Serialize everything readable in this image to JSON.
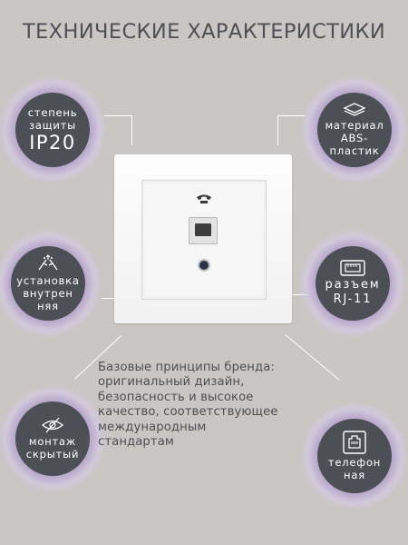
{
  "header": {
    "title": "ТЕХНИЧЕСКИЕ ХАРАКТЕРИСТИКИ"
  },
  "badges": {
    "protection": {
      "line1": "степень",
      "line2": "защиты",
      "value": "IP20"
    },
    "material": {
      "line1": "материал",
      "line2": "ABS-",
      "line3": "пластик",
      "icon": "layers-icon"
    },
    "installation": {
      "line1": "установка",
      "line2": "внутрен",
      "line3": "няя",
      "icon": "hands-icon"
    },
    "connector": {
      "line1": "разъем",
      "line2": "RJ-11",
      "icon": "rj11-port-icon"
    },
    "mounting": {
      "line1": "монтаж",
      "line2": "скрытый",
      "icon": "hidden-eye-icon"
    },
    "type": {
      "line1": "телефон",
      "line2": "ная",
      "icon": "phone-jack-icon"
    }
  },
  "description": "Базовые принципы бренда:\nоригинальный дизайн,\nбезопасность и высокое\nкачество, соответствующее\nмеждународным\nстандартам",
  "colors": {
    "background": "#cac6c3",
    "badge": "#4c4f55",
    "glow": "#8a6fae",
    "text": "#4e5057"
  }
}
